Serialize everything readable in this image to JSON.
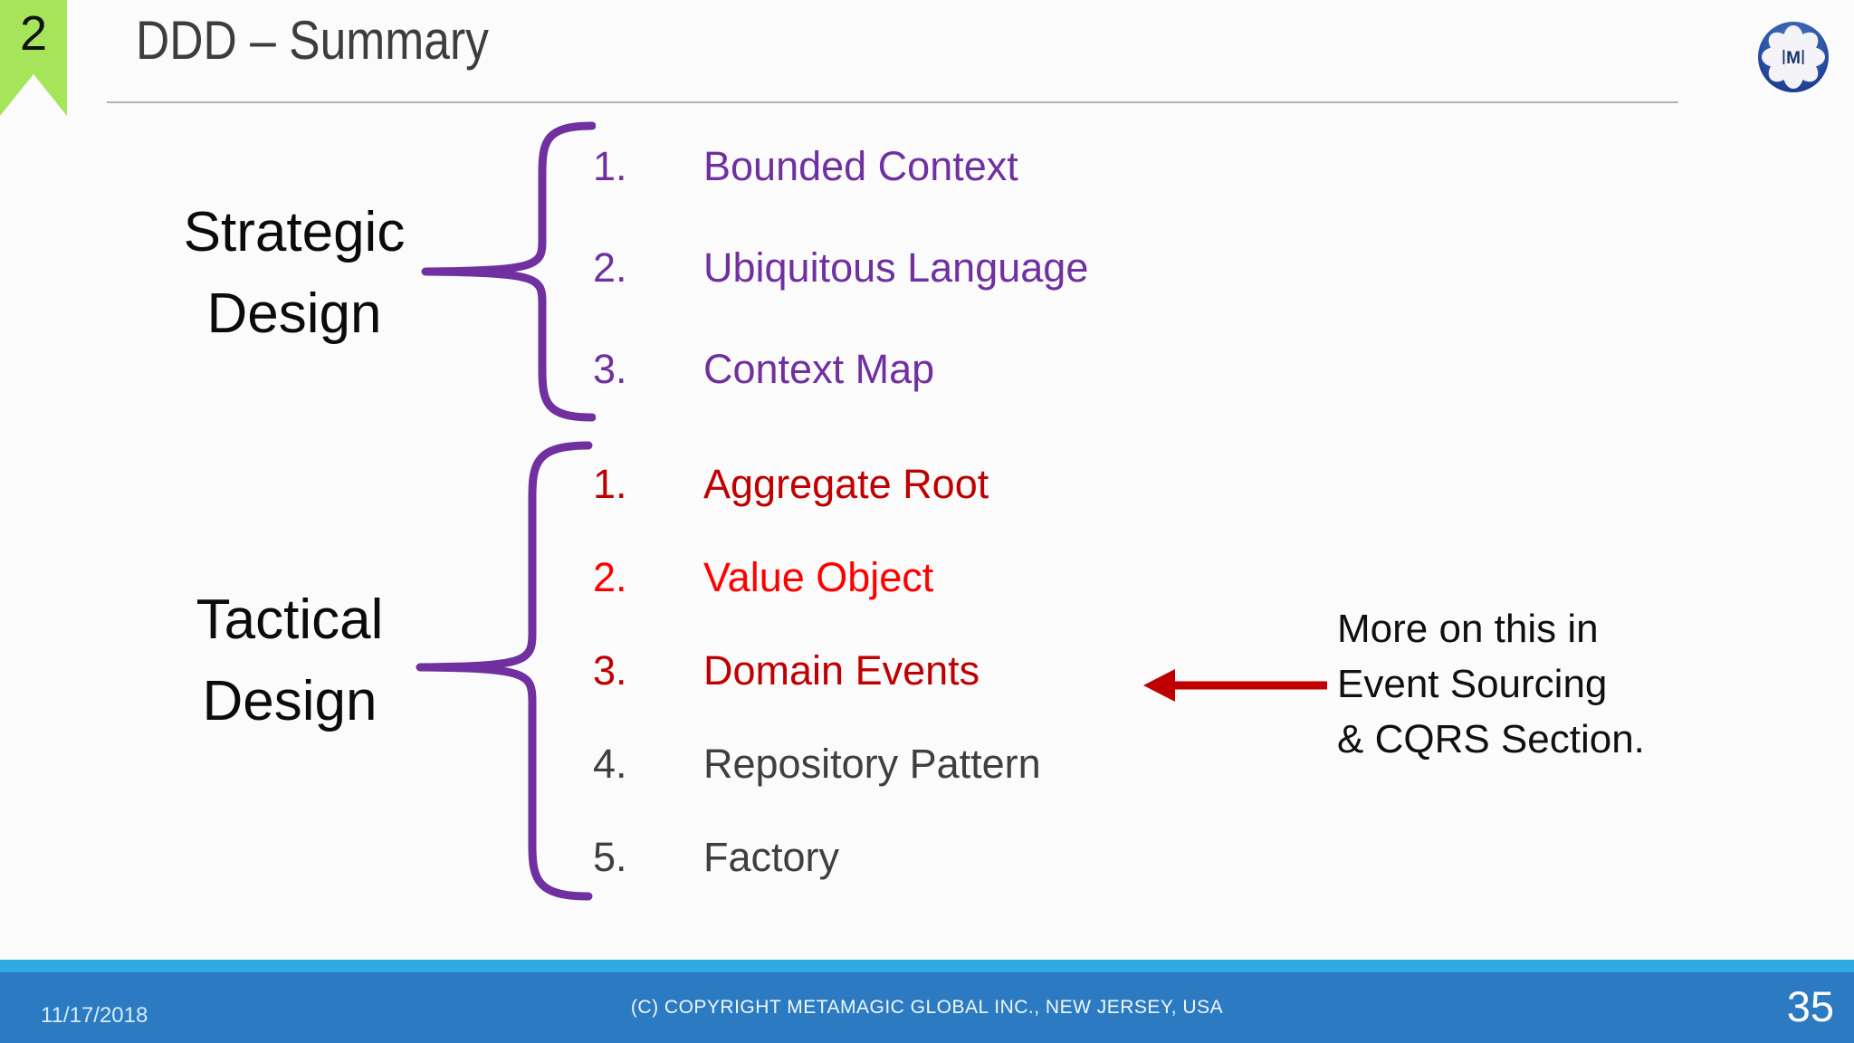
{
  "slide": {
    "badge_number": "2",
    "title": "DDD – Summary"
  },
  "logo": {
    "letter": "M"
  },
  "strategic": {
    "label": "Strategic\nDesign",
    "color": "#7030A0",
    "items": [
      {
        "num": "1.",
        "label": "Bounded Context"
      },
      {
        "num": "2.",
        "label": "Ubiquitous Language"
      },
      {
        "num": "3.",
        "label": "Context Map"
      }
    ]
  },
  "tactical": {
    "label": "Tactical\nDesign",
    "brace_color": "#7030A0",
    "items": [
      {
        "num": "1.",
        "label": "Aggregate Root",
        "color": "#C00000"
      },
      {
        "num": "2.",
        "label": "Value Object",
        "color": "#FF0000"
      },
      {
        "num": "3.",
        "label": "Domain Events",
        "color": "#C00000"
      },
      {
        "num": "4.",
        "label": "Repository Pattern",
        "color": "#3F3F3F"
      },
      {
        "num": "5.",
        "label": "Factory",
        "color": "#3F3F3F"
      }
    ]
  },
  "annotation": {
    "text": "More on this in\nEvent Sourcing\n& CQRS Section.",
    "arrow_color": "#C00000"
  },
  "footer": {
    "date": "11/17/2018",
    "copyright": "(C) COPYRIGHT METAMAGIC GLOBAL INC., NEW JERSEY, USA",
    "page": "35"
  },
  "colors": {
    "purple": "#7030A0",
    "dark_red": "#C00000",
    "bright_red": "#FF0000",
    "gray_text": "#3F3F3F",
    "title_gray": "#3D3D3D",
    "green_badge": "#A6E45A",
    "footer_strip": "#2FAAE3",
    "footer_bar": "#2B7AC2"
  }
}
